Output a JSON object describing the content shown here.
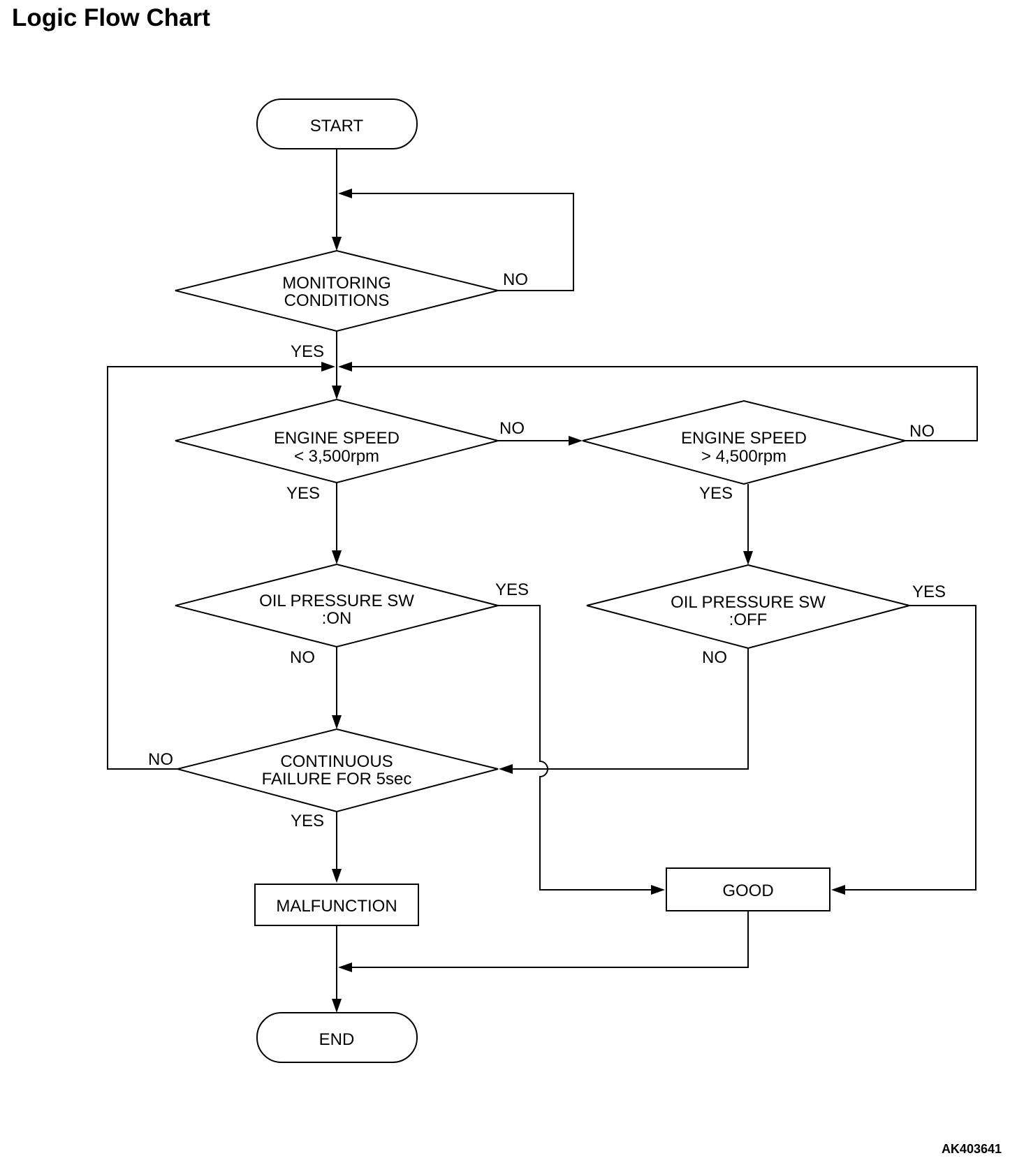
{
  "title": "Logic Flow Chart",
  "figure_id": "AK403641",
  "nodes": {
    "start": "START",
    "monitoring": [
      "MONITORING",
      "CONDITIONS"
    ],
    "speed_low": [
      "ENGINE SPEED",
      "< 3,500rpm"
    ],
    "speed_high": [
      "ENGINE SPEED",
      "> 4,500rpm"
    ],
    "oil_on": [
      "OIL PRESSURE SW",
      ":ON"
    ],
    "oil_off": [
      "OIL PRESSURE SW",
      ":OFF"
    ],
    "continuous": [
      "CONTINUOUS",
      "FAILURE FOR 5sec"
    ],
    "malfunction": "MALFUNCTION",
    "good": "GOOD",
    "end": "END"
  },
  "edge_labels": {
    "monitoring_no": "NO",
    "monitoring_yes": "YES",
    "speed_low_no": "NO",
    "speed_low_yes": "YES",
    "speed_high_no": "NO",
    "speed_high_yes": "YES",
    "oil_on_yes": "YES",
    "oil_on_no": "NO",
    "oil_off_yes": "YES",
    "oil_off_no": "NO",
    "continuous_no": "NO",
    "continuous_yes": "YES"
  },
  "colors": {
    "stroke": "#000000",
    "background": "#ffffff"
  }
}
